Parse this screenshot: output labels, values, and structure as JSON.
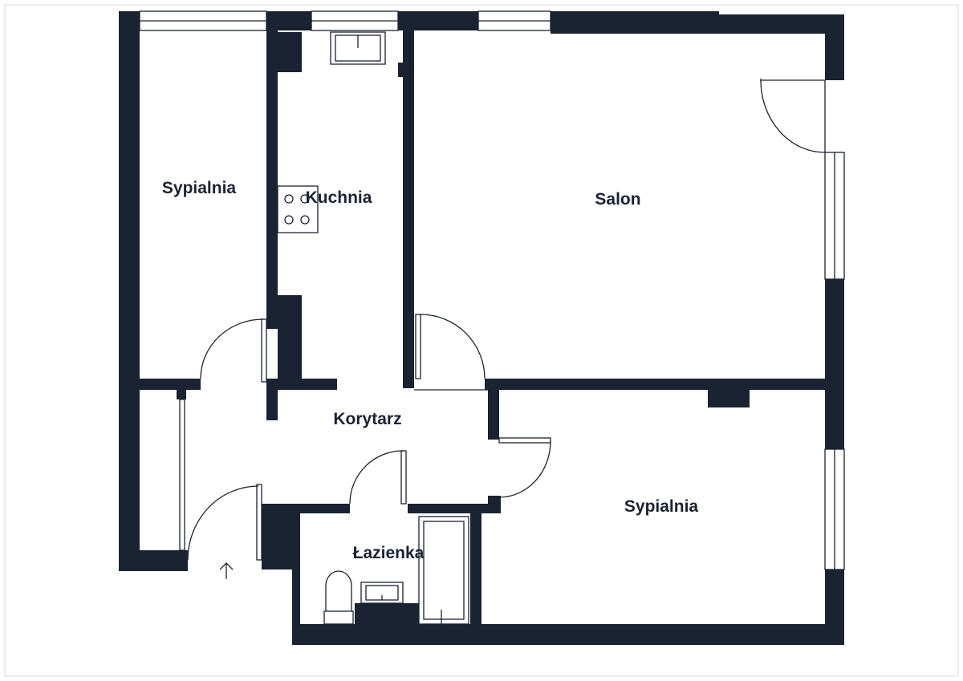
{
  "rooms": {
    "bedroom_left": "Sypialnia",
    "kitchen": "Kuchnia",
    "living_room": "Salon",
    "hallway": "Korytarz",
    "bathroom": "Łazienka",
    "bedroom_right": "Sypialnia"
  },
  "colors": {
    "wall": "#1a2332",
    "background": "#ffffff"
  },
  "icons": {
    "entrance": "arrow-up-icon",
    "stove": "stove-icon",
    "sink": "sink-icon",
    "toilet": "toilet-icon",
    "shower": "shower-icon"
  }
}
